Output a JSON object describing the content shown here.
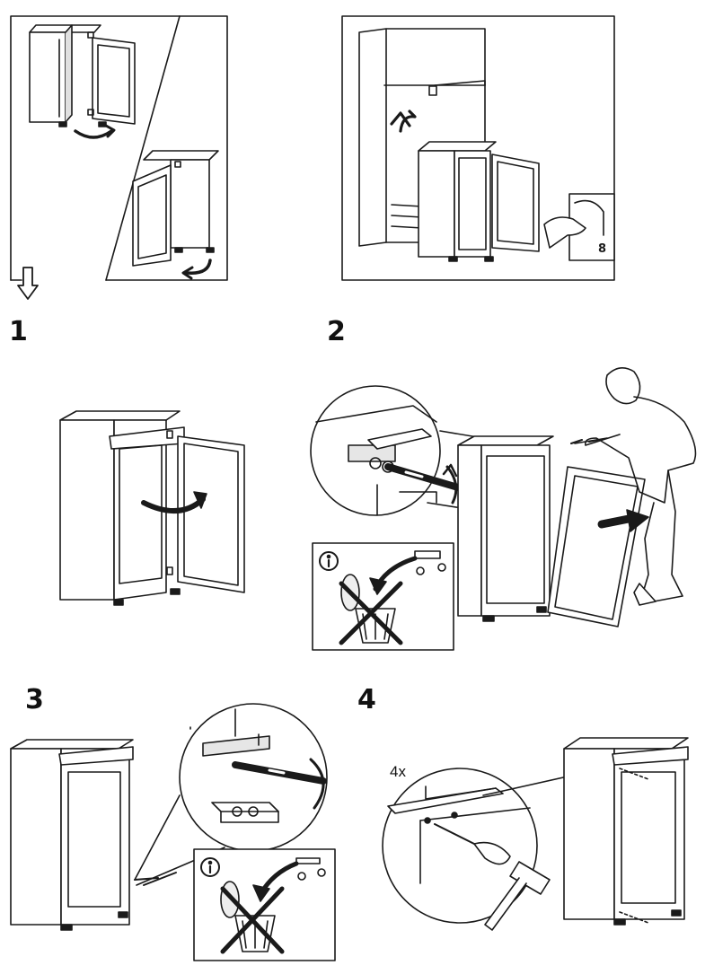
{
  "steps": [
    {
      "number": "1"
    },
    {
      "number": "2"
    },
    {
      "number": "3"
    },
    {
      "number": "4"
    }
  ],
  "callouts": {
    "quantity": "4x",
    "page_ref": "8"
  },
  "icons": [
    "info-icon",
    "trash-bin-icon",
    "rotate-arrow-icon",
    "down-arrow-icon",
    "screwdriver-icon",
    "hammer-icon"
  ],
  "colors": {
    "line": "#1a1a1a",
    "panel_fill": "#ffffff",
    "shade": "#dcdcdc"
  }
}
